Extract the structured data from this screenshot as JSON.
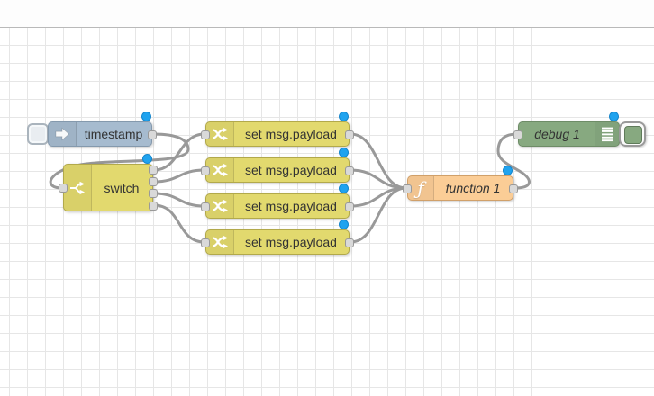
{
  "workspace": {
    "background_color": "#ffffff",
    "grid_color": "#e6e6e6",
    "wire_color": "#999999",
    "port_color": "#d9d9d9",
    "changed_dot_color": "#1fa3ef"
  },
  "nodes": {
    "inject": {
      "label": "timestamp",
      "color": "#a6bbcf",
      "icon": "inject-arrow-icon",
      "outputs": 1
    },
    "switch": {
      "label": "switch",
      "color": "#e2d96e",
      "icon": "switch-fork-icon",
      "outputs": 4
    },
    "change1": {
      "label": "set msg.payload",
      "color": "#e2d96e",
      "icon": "change-shuffle-icon",
      "outputs": 1
    },
    "change2": {
      "label": "set msg.payload",
      "color": "#e2d96e",
      "icon": "change-shuffle-icon",
      "outputs": 1
    },
    "change3": {
      "label": "set msg.payload",
      "color": "#e2d96e",
      "icon": "change-shuffle-icon",
      "outputs": 1
    },
    "change4": {
      "label": "set msg.payload",
      "color": "#e2d96e",
      "icon": "change-shuffle-icon",
      "outputs": 1
    },
    "function1": {
      "label": "function 1",
      "color": "#fbcd96",
      "icon": "function-f-icon",
      "outputs": 1
    },
    "debug1": {
      "label": "debug 1",
      "color": "#87a980",
      "icon": "debug-list-icon",
      "outputs": 0
    }
  },
  "connections": [
    "timestamp -> switch",
    "switch:1 -> set msg.payload (1)",
    "switch:2 -> set msg.payload (2)",
    "switch:3 -> set msg.payload (3)",
    "switch:4 -> set msg.payload (4)",
    "set msg.payload (1) -> function 1",
    "set msg.payload (2) -> function 1",
    "set msg.payload (3) -> function 1",
    "set msg.payload (4) -> function 1",
    "function 1 -> debug 1"
  ]
}
